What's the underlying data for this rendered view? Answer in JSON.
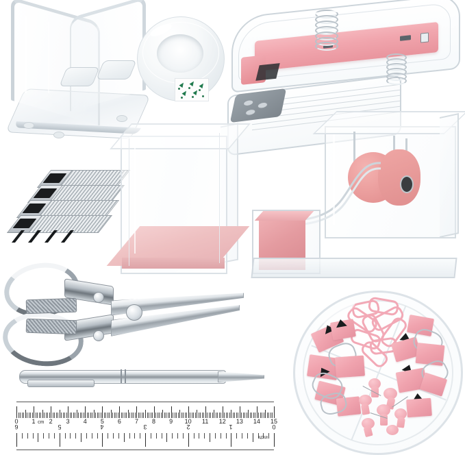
{
  "scene": {
    "title": "Acrylic Office Supply Set",
    "background_color": "#ffffff",
    "layout": "product flat-lay on white background, 9 items",
    "palette": {
      "acrylic_clear": "#f4f7f9",
      "acrylic_edge": "#cfd6db",
      "pink_light": "#f6c3c6",
      "pink_mid": "#f0a6ae",
      "pink_deep": "#e0909a",
      "tape_pink": "#e59494",
      "steel_light": "#e6ebee",
      "steel_mid": "#9aa2a9",
      "steel_dark": "#6e767d",
      "black": "#1a1c1e",
      "label_green": "#1f7a4d"
    }
  },
  "items": [
    {
      "id": "phone-stand",
      "name": "Acrylic phone and tablet stand",
      "material": "clear acrylic",
      "accent_color": "#ffffff",
      "position": "top-left",
      "notes": "A-frame easel stand with flat square base and four round feet"
    },
    {
      "id": "tape-roll",
      "name": "Clear tape refill roll",
      "material": "transparent adhesive tape",
      "accent_color": "#f2f5f7",
      "position": "top-center",
      "notes": "donut-shaped roll with small green printed label patch"
    },
    {
      "id": "stapler",
      "name": "Acrylic desktop stapler",
      "material": "clear acrylic with pink metal mechanism",
      "accent_color": "#f0a6ae",
      "position": "top-right",
      "notes": "hinged lid open showing chrome springs and grey anvil plate"
    },
    {
      "id": "staples",
      "name": "Metal staples",
      "material": "galvanized steel",
      "accent_color": "#c6ced4",
      "position": "left",
      "notes": "four stacked strips of standard staples"
    },
    {
      "id": "pen-holder",
      "name": "Acrylic pen holder cup",
      "material": "clear acrylic with pink base",
      "accent_color": "#eec0c1",
      "position": "center",
      "notes": "tall square open-top cup, rose coloured bottom panel"
    },
    {
      "id": "dispenser",
      "name": "Acrylic tape dispenser",
      "material": "clear acrylic with pink weighted block",
      "accent_color": "#e59494",
      "position": "right-middle",
      "notes": "weighted desk dispenser holding a pink tape roll on a chrome spindle"
    },
    {
      "id": "scissors",
      "name": "Stainless steel scissors",
      "material": "stainless steel",
      "accent_color": "#9aa2a9",
      "position": "lower-left",
      "notes": "all-metal scissors with knurled textured handle grips"
    },
    {
      "id": "pen",
      "name": "Metal ballpoint pen",
      "material": "chrome plated metal",
      "accent_color": "#b4bcc3",
      "position": "lower-left",
      "notes": "slim polished barrel with pocket clip and tapered tip"
    },
    {
      "id": "clip-box",
      "name": "Round divided clip organizer",
      "material": "clear plastic case",
      "accent_color": "#f0a3ae",
      "position": "bottom-right",
      "notes": "four compartments holding pink paper clips, binder clips and push pins",
      "contents": [
        "paper clips",
        "large binder clips",
        "small binder clips",
        "push pins"
      ]
    },
    {
      "id": "ruler",
      "name": "Transparent ruler",
      "material": "clear plastic",
      "accent_color": "#ffffff",
      "position": "bottom-left",
      "notes": "dual scale — centimetres on top edge, inches inverted on bottom edge"
    }
  ],
  "ruler": {
    "cm_scale": {
      "unit_label": "cm",
      "unit_label_after": "1",
      "labels": [
        "0",
        "1",
        "2",
        "3",
        "4",
        "5",
        "6",
        "7",
        "8",
        "9",
        "10",
        "11",
        "12",
        "13",
        "14",
        "15"
      ],
      "max": 15,
      "minor_per_unit": 10
    },
    "inch_scale": {
      "unit_label": "inch",
      "labels": [
        "6",
        "5",
        "4",
        "3",
        "2",
        "1",
        "0"
      ],
      "max": 6,
      "minor_per_unit": 8,
      "orientation": "inverted"
    }
  },
  "tape_label": {
    "symbol": "arrow-glyph",
    "color": "#1f7a4d",
    "rows": 3,
    "cols": 3
  }
}
